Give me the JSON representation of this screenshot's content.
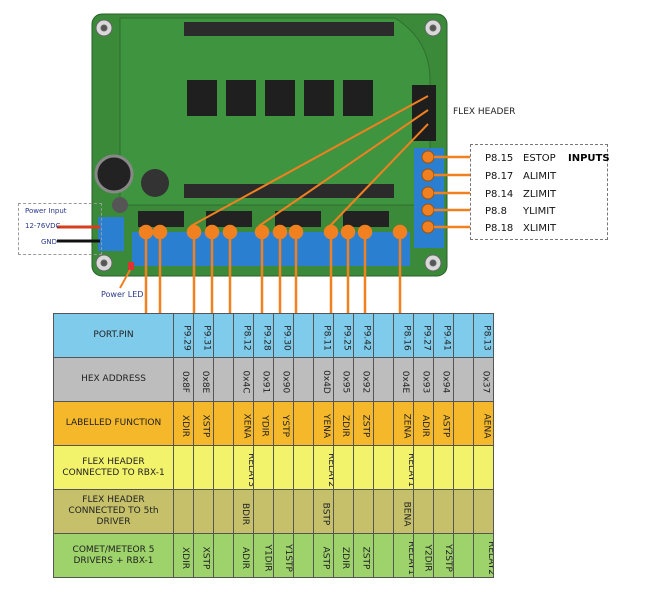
{
  "flex_header_label": "FLEX HEADER",
  "inputs": {
    "title": "INPUTS",
    "rows": [
      {
        "pin": "P8.15",
        "name": "ESTOP"
      },
      {
        "pin": "P8.17",
        "name": "ALIMIT"
      },
      {
        "pin": "P8.14",
        "name": "ZLIMIT"
      },
      {
        "pin": "P8.8",
        "name": "YLIMIT"
      },
      {
        "pin": "P8.18",
        "name": "XLIMIT"
      }
    ]
  },
  "power": {
    "title": "Power Input",
    "voltage": "12-76VDC",
    "ground": "GND",
    "led_label": "Power LED"
  },
  "table": {
    "rows": [
      {
        "header": "PORT.PIN",
        "cells": [
          "P9.29",
          "P9.31",
          "",
          "P8.12",
          "P9.28",
          "P9.30",
          "",
          "P8.11",
          "P9.25",
          "P9.42",
          "",
          "P8.16",
          "P9.27",
          "P9.41",
          "",
          "P8.13"
        ]
      },
      {
        "header": "HEX ADDRESS",
        "cells": [
          "0x8F",
          "0x8E",
          "",
          "0x4C",
          "0x91",
          "0x90",
          "",
          "0x4D",
          "0x95",
          "0x92",
          "",
          "0x4E",
          "0x93",
          "0x94",
          "",
          "0x37"
        ]
      },
      {
        "header": "LABELLED FUNCTION",
        "cells": [
          "XDIR",
          "XSTP",
          "",
          "XENA",
          "YDIR",
          "YSTP",
          "",
          "YENA",
          "ZDIR",
          "ZSTP",
          "",
          "ZENA",
          "ADIR",
          "ASTP",
          "",
          "AENA"
        ]
      },
      {
        "header": "FLEX HEADER CONNECTED TO RBX-1",
        "cells": [
          "",
          "",
          "",
          "RELAY3",
          "",
          "",
          "",
          "RELAY2",
          "",
          "",
          "",
          "RELAY1",
          "",
          "",
          "",
          ""
        ]
      },
      {
        "header": "FLEX HEADER CONNECTED TO 5th DRIVER",
        "cells": [
          "",
          "",
          "",
          "BDIR",
          "",
          "",
          "",
          "BSTP",
          "",
          "",
          "",
          "BENA",
          "",
          "",
          "",
          ""
        ]
      },
      {
        "header": "COMET/METEOR 5 DRIVERS + RBX-1",
        "cells": [
          "XDIR",
          "XSTP",
          "",
          "ADIR",
          "Y1DIR",
          "Y1STP",
          "",
          "ASTP",
          "ZDIR",
          "ZSTP",
          "",
          "RELAY1",
          "Y2DIR",
          "Y2STP",
          "",
          "RELAY2"
        ]
      }
    ]
  },
  "colors": {
    "board": "#3a8a3a",
    "connector_orange": "#f08020",
    "terminal_blue": "#2a7fd0",
    "row_port": "#7fcbeb",
    "row_hex": "#bdbdbd",
    "row_function": "#f5b82a",
    "row_rbx": "#f3f36b",
    "row_5th": "#c5c069",
    "row_comet": "#9dd36a"
  }
}
